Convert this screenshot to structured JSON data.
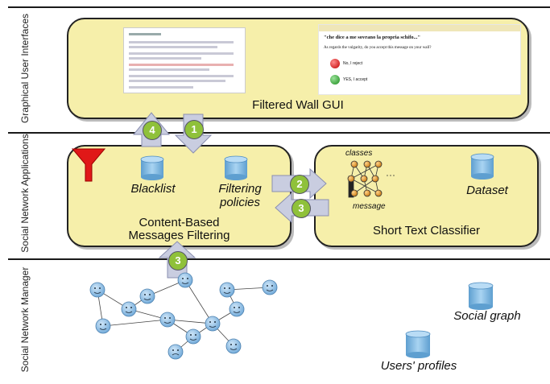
{
  "layers": {
    "gui": "Graphical User Interfaces",
    "apps": "Social Network Applications",
    "manager": "Social Network Manager"
  },
  "gui_panel": {
    "title": "Filtered Wall GUI",
    "dialog_quote": "\"che dice a me sovrano la propria schifo...\"",
    "dialog_question": "As regards the vulgarity, do you accept this message on your wall?",
    "option_no": "No, I reject",
    "option_yes": "YES, I accept"
  },
  "filtering_panel": {
    "title_line1": "Content-Based",
    "title_line2": "Messages Filtering",
    "blacklist": "Blacklist",
    "policies_line1": "Filtering",
    "policies_line2": "policies"
  },
  "classifier_panel": {
    "title": "Short Text Classifier",
    "classes": "classes",
    "message": "message",
    "dataset": "Dataset"
  },
  "manager_area": {
    "social_graph": "Social graph",
    "user_profiles": "Users' profiles"
  },
  "arrows": {
    "a1": "1",
    "a2": "2",
    "a3_back": "3",
    "a3_up": "3",
    "a4": "4"
  },
  "colors": {
    "panel_fill": "#f6efaa",
    "arrow_fill": "#c9cde0",
    "badge": "#8fc13a",
    "cylinder": "#7fb8e0",
    "funnel": "#e01818",
    "node": "#8dbde6"
  }
}
